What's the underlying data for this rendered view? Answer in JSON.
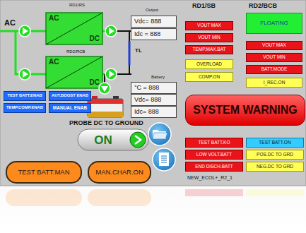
{
  "diagram": {
    "nodes": [
      {
        "text": [
          "AC",
          "DC"
        ]
      },
      {
        "text": [
          "AC",
          "DC"
        ]
      },
      {
        "text": [
          "Vdc= 888"
        ]
      },
      {
        "text": [
          "Idc = 888"
        ]
      },
      {
        "text": [
          "°C = 888"
        ]
      },
      {
        "text": [
          "Vdc= 888"
        ]
      },
      {
        "text": [
          "Idc= 888"
        ]
      },
      {
        "text": [
          "TEST BATT.ENAB"
        ]
      },
      {
        "text": [
          "AUT.BOOST ENAB"
        ]
      },
      {
        "text": [
          "TEMP.COMP.ENAB"
        ]
      },
      {
        "text": [
          "MANUAL ENAB"
        ]
      },
      {
        "text": [
          "ON"
        ]
      },
      {
        "text": [
          "TEST BATT.MAN"
        ]
      },
      {
        "text": [
          "MAN.CHAR.ON"
        ]
      },
      {
        "text": [
          "VOUT MAX"
        ]
      },
      {
        "text": [
          "VOUT MIN"
        ]
      },
      {
        "text": [
          "TEMP.MAX.BAT"
        ]
      },
      {
        "text": [
          "OVERLOAD"
        ]
      },
      {
        "text": [
          "COMP.ON"
        ]
      },
      {
        "text": [
          "FLOATING"
        ]
      },
      {
        "text": [
          "VOUT MAX"
        ]
      },
      {
        "text": [
          "VOUT MIN"
        ]
      },
      {
        "text": [
          "BATT.MODE"
        ]
      },
      {
        "text": [
          "I_REC.ON"
        ]
      },
      {
        "text": [
          "SYSTEM WARNING"
        ]
      },
      {
        "text": [
          "TEST BATT.KO"
        ]
      },
      {
        "text": [
          "TEST BATT.ON"
        ]
      },
      {
        "text": [
          "LOW VOLT.BATT"
        ]
      },
      {
        "text": [
          "POS.DC TO GRD"
        ]
      },
      {
        "text": [
          "END DISCH.BATT"
        ]
      },
      {
        "text": [
          "NEG.DC TO GRD"
        ]
      }
    ],
    "labels": [
      "RD1/RS",
      "AC",
      "Output",
      "RD2/RCB",
      "TL",
      "Battery",
      "PROBE DC TO GROUND",
      "RD1/SB",
      "RD2/BCB",
      "NEW_ECOL+_R2_1"
    ]
  }
}
